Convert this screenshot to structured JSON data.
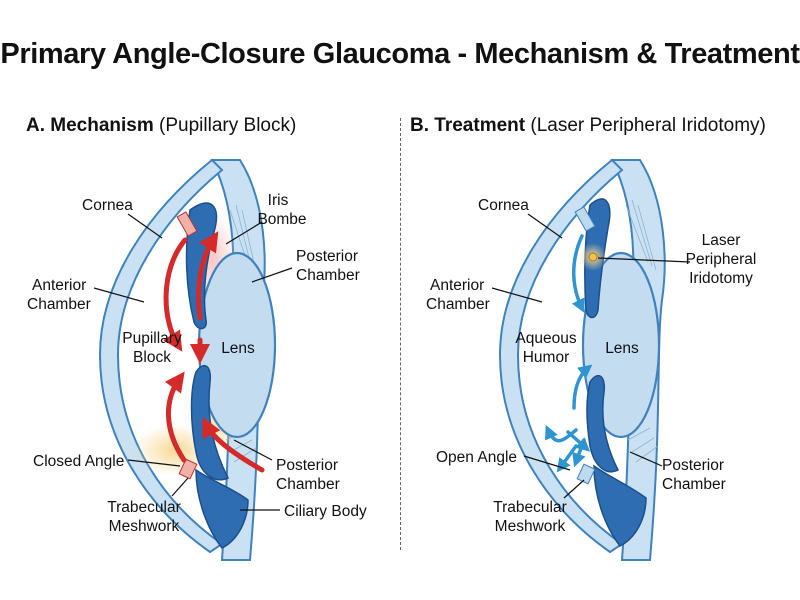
{
  "title": "Primary Angle-Closure Glaucoma - Mechanism & Treatment",
  "panel_a": {
    "heading_bold": "A. Mechanism",
    "heading_rest": " (Pupillary Block)",
    "labels": {
      "cornea": "Cornea",
      "iris_bombe_1": "Iris",
      "iris_bombe_2": "Bombe",
      "posterior_chamber_top_1": "Posterior",
      "posterior_chamber_top_2": "Chamber",
      "anterior_chamber_1": "Anterior",
      "anterior_chamber_2": "Chamber",
      "pupillary_block_1": "Pupillary",
      "pupillary_block_2": "Block",
      "lens": "Lens",
      "closed_angle": "Closed Angle",
      "posterior_chamber_bottom_1": "Posterior",
      "posterior_chamber_bottom_2": "Chamber",
      "trabecular_meshwork_1": "Trabecular",
      "trabecular_meshwork_2": "Meshwork",
      "ciliary_body": "Ciliary Body"
    }
  },
  "panel_b": {
    "heading_bold": "B. Treatment",
    "heading_rest": " (Laser Peripheral Iridotomy)",
    "labels": {
      "cornea": "Cornea",
      "laser_1": "Laser",
      "laser_2": "Peripheral",
      "laser_3": "Iridotomy",
      "anterior_chamber_1": "Anterior",
      "anterior_chamber_2": "Chamber",
      "aqueous_humor_1": "Aqueous",
      "aqueous_humor_2": "Humor",
      "lens": "Lens",
      "open_angle": "Open Angle",
      "posterior_chamber_1": "Posterior",
      "posterior_chamber_2": "Chamber",
      "trabecular_meshwork_1": "Trabecular",
      "trabecular_meshwork_2": "Meshwork"
    }
  },
  "colors": {
    "cornea_fill": "#c9e1f2",
    "cornea_stroke": "#3f82bd",
    "iris_fill": "#2f6db3",
    "iris_stroke": "#1d4f8a",
    "lens_fill": "#c3dcf0",
    "lens_stroke": "#3f82bd",
    "mechanism_arrow": "#d42a2a",
    "treatment_arrow": "#2f95d0",
    "pressure_glow": "#f6c3c3",
    "angle_glow": "#f8d790"
  }
}
